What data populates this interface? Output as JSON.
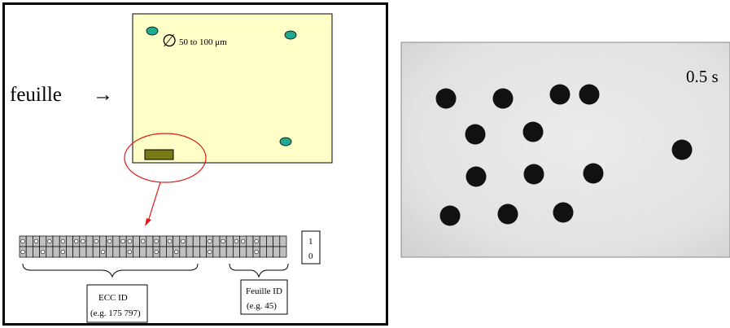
{
  "diagram": {
    "left_panel": {
      "sheet_label": "feuille",
      "arrow_glyph": "→",
      "diameter_symbol": "∅",
      "diameter_text": "50 to 100 μm",
      "bit_stack_values": [
        "1",
        "0"
      ],
      "ecc_id_label": "ECC ID",
      "ecc_id_example": "(e.g. 175 797)",
      "feuille_id_label": "Feuille ID",
      "feuille_id_example": "(e.g. 45)",
      "colors": {
        "sheet_fill": "#ffffc8",
        "hole_fill": "#20a890",
        "bar_fill": "#7a7a14",
        "highlight": "#e01818",
        "code_fill": "#c0c0c0"
      }
    },
    "right_panel": {
      "exposure_label": "0.5 s",
      "background": "#e6e6e6",
      "dot_color": "#111111"
    }
  }
}
